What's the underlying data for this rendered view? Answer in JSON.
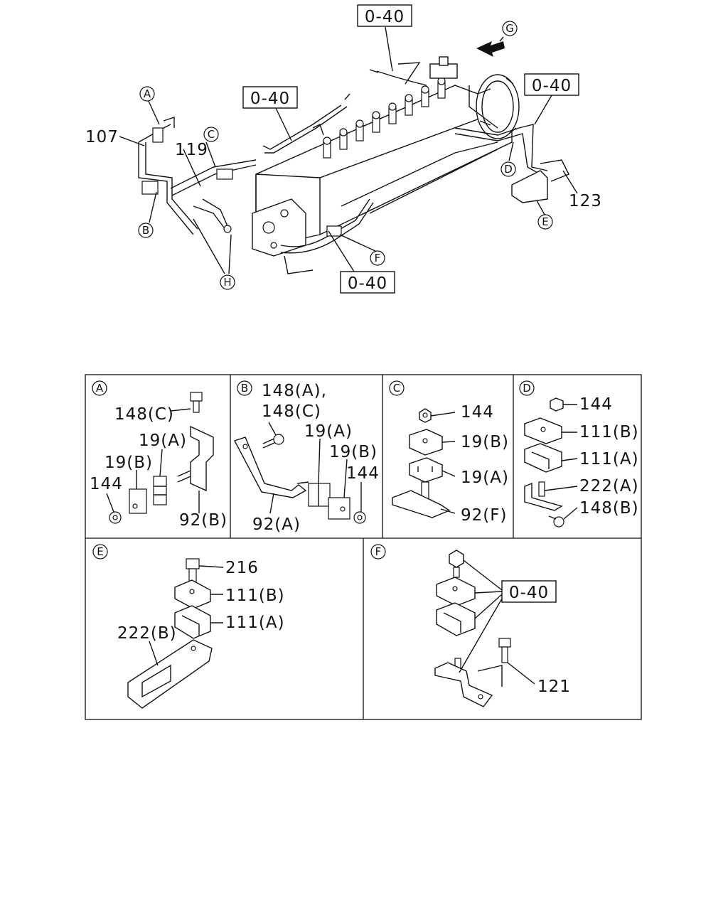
{
  "main_view": {
    "refs": {
      "top": "0-40",
      "left": "0-40",
      "right": "0-40",
      "bottom": "0-40"
    },
    "part_labels": {
      "p107": "107",
      "p119": "119",
      "p123": "123"
    },
    "callouts": {
      "A": "A",
      "B": "B",
      "C": "C",
      "D": "D",
      "E": "E",
      "F": "F",
      "G": "G",
      "H": "H"
    }
  },
  "panels": {
    "A": {
      "letter": "A",
      "labels": [
        "148(C)",
        "19(A)",
        "19(B)",
        "144",
        "92(B)"
      ]
    },
    "B": {
      "letter": "B",
      "labels": [
        "148(A),",
        "148(C)",
        "19(A)",
        "19(B)",
        "144",
        "92(A)"
      ]
    },
    "C": {
      "letter": "C",
      "labels": [
        "144",
        "19(B)",
        "19(A)",
        "92(F)"
      ]
    },
    "D": {
      "letter": "D",
      "labels": [
        "144",
        "111(B)",
        "111(A)",
        "222(A)",
        "148(B)"
      ]
    },
    "E": {
      "letter": "E",
      "labels": [
        "216",
        "111(B)",
        "111(A)",
        "222(B)"
      ]
    },
    "F": {
      "letter": "F",
      "labels": [
        "0-40",
        "121"
      ]
    }
  }
}
